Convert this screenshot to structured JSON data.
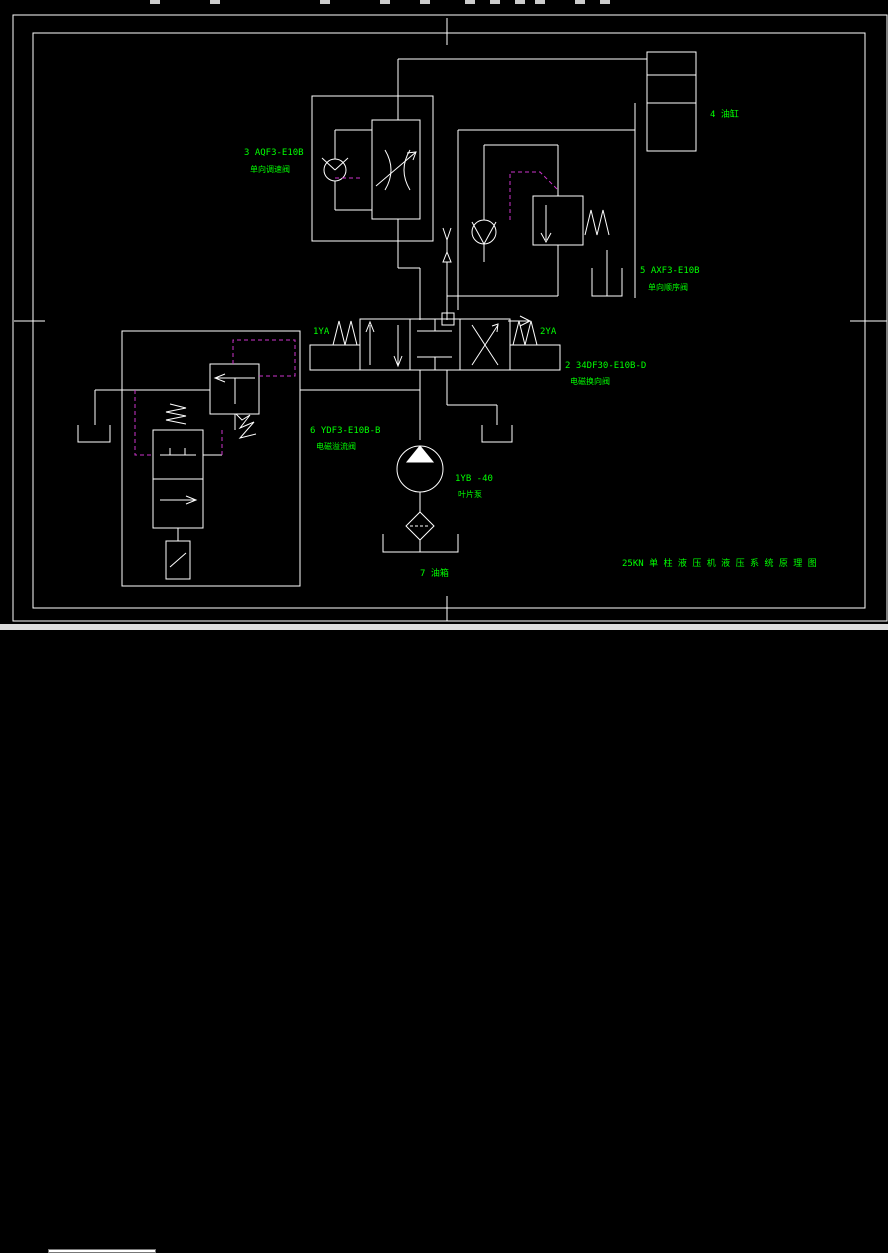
{
  "drawing": {
    "title": "25KN 单 柱 液 压 机 液 压 系 统 原 理 图",
    "components": [
      {
        "id": "c3",
        "code": "3  AQF3-E10B",
        "name": "单向调速阀"
      },
      {
        "id": "c4",
        "code": "4  油缸",
        "name": ""
      },
      {
        "id": "c5",
        "code": "5  AXF3-E10B",
        "name": "单向顺序阀"
      },
      {
        "id": "c2",
        "code": "2  34DF30-E10B-D",
        "name": "电磁换向阀"
      },
      {
        "id": "c6",
        "code": "6  YDF3-E10B-B",
        "name": "电磁溢流阀"
      },
      {
        "id": "c1",
        "code": "1YB  -40",
        "name": "叶片泵"
      },
      {
        "id": "c7",
        "code": "7  油箱",
        "name": ""
      }
    ],
    "solenoids": [
      "1YA",
      "2YA"
    ]
  },
  "colors": {
    "background": "#000000",
    "line": "#ffffff",
    "label": "#00ff00",
    "pilot": "#cc33cc"
  }
}
